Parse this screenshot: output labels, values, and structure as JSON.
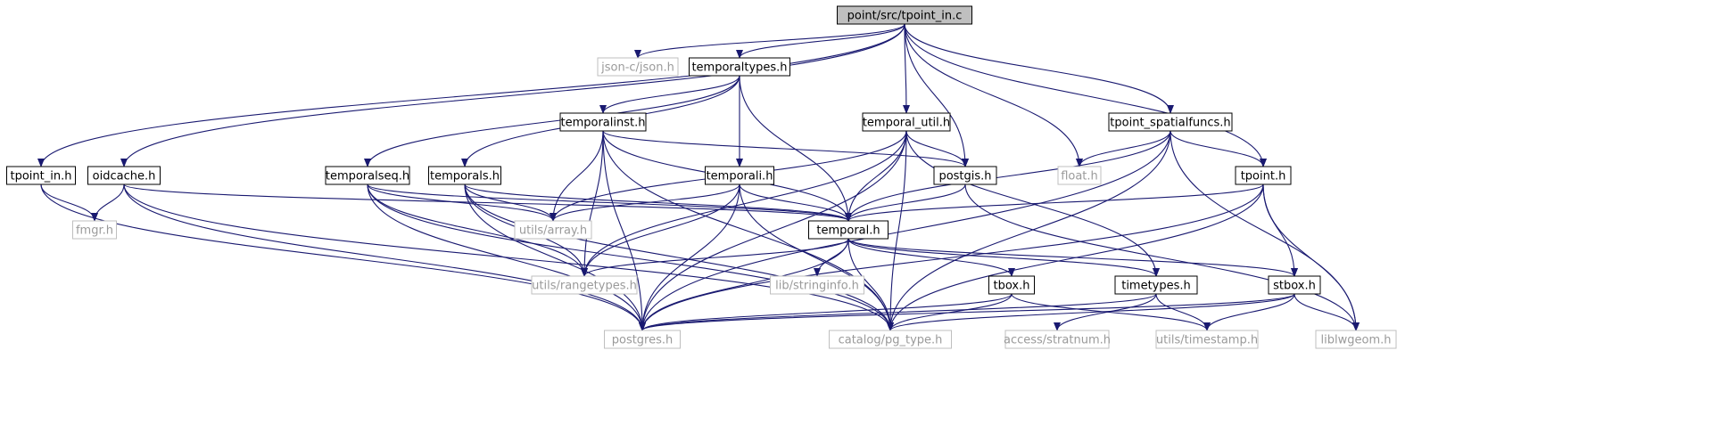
{
  "colors": {
    "edge": "#191970",
    "documented_border": "#000000",
    "external_border": "#bfbfbf",
    "external_text": "#9a9a9a",
    "root_fill": "#bfbfbf",
    "text": "#000000"
  },
  "nodes": [
    {
      "id": "root",
      "label": "point/src/tpoint_in.c",
      "kind": "root"
    },
    {
      "id": "jsonc",
      "label": "json-c/json.h",
      "kind": "external"
    },
    {
      "id": "temporaltypes",
      "label": "temporaltypes.h",
      "kind": "documented"
    },
    {
      "id": "temporalinst",
      "label": "temporalinst.h",
      "kind": "documented"
    },
    {
      "id": "temporal_util",
      "label": "temporal_util.h",
      "kind": "documented"
    },
    {
      "id": "tpoint_spatialfuncs",
      "label": "tpoint_spatialfuncs.h",
      "kind": "documented"
    },
    {
      "id": "tpoint_in",
      "label": "tpoint_in.h",
      "kind": "documented"
    },
    {
      "id": "oidcache",
      "label": "oidcache.h",
      "kind": "documented"
    },
    {
      "id": "temporalseq",
      "label": "temporalseq.h",
      "kind": "documented"
    },
    {
      "id": "temporals",
      "label": "temporals.h",
      "kind": "documented"
    },
    {
      "id": "temporali",
      "label": "temporali.h",
      "kind": "documented"
    },
    {
      "id": "postgis",
      "label": "postgis.h",
      "kind": "documented"
    },
    {
      "id": "float",
      "label": "float.h",
      "kind": "external"
    },
    {
      "id": "tpoint",
      "label": "tpoint.h",
      "kind": "documented"
    },
    {
      "id": "fmgr",
      "label": "fmgr.h",
      "kind": "external"
    },
    {
      "id": "utilsarray",
      "label": "utils/array.h",
      "kind": "external"
    },
    {
      "id": "temporal",
      "label": "temporal.h",
      "kind": "documented"
    },
    {
      "id": "rangetypes",
      "label": "utils/rangetypes.h",
      "kind": "external"
    },
    {
      "id": "stringinfo",
      "label": "lib/stringinfo.h",
      "kind": "external"
    },
    {
      "id": "tbox",
      "label": "tbox.h",
      "kind": "documented"
    },
    {
      "id": "timetypes",
      "label": "timetypes.h",
      "kind": "documented"
    },
    {
      "id": "stbox",
      "label": "stbox.h",
      "kind": "documented"
    },
    {
      "id": "postgres",
      "label": "postgres.h",
      "kind": "external"
    },
    {
      "id": "pgtype",
      "label": "catalog/pg_type.h",
      "kind": "external"
    },
    {
      "id": "stratnum",
      "label": "access/stratnum.h",
      "kind": "external"
    },
    {
      "id": "timestamp",
      "label": "utils/timestamp.h",
      "kind": "external"
    },
    {
      "id": "liblwgeom",
      "label": "liblwgeom.h",
      "kind": "external"
    }
  ],
  "edges": [
    [
      "root",
      "jsonc"
    ],
    [
      "root",
      "temporaltypes"
    ],
    [
      "root",
      "temporal_util"
    ],
    [
      "root",
      "tpoint_spatialfuncs"
    ],
    [
      "root",
      "tpoint_in"
    ],
    [
      "root",
      "oidcache"
    ],
    [
      "root",
      "postgis"
    ],
    [
      "root",
      "float"
    ],
    [
      "root",
      "tpoint"
    ],
    [
      "temporaltypes",
      "temporalinst"
    ],
    [
      "temporaltypes",
      "temporalseq"
    ],
    [
      "temporaltypes",
      "temporals"
    ],
    [
      "temporaltypes",
      "temporali"
    ],
    [
      "temporaltypes",
      "temporal"
    ],
    [
      "temporalinst",
      "postgis"
    ],
    [
      "temporalinst",
      "utilsarray"
    ],
    [
      "temporalinst",
      "rangetypes"
    ],
    [
      "temporalinst",
      "temporal"
    ],
    [
      "temporalinst",
      "postgres"
    ],
    [
      "temporalinst",
      "pgtype"
    ],
    [
      "temporal_util",
      "postgis"
    ],
    [
      "temporal_util",
      "temporal"
    ],
    [
      "temporal_util",
      "utilsarray"
    ],
    [
      "temporal_util",
      "rangetypes"
    ],
    [
      "temporal_util",
      "timetypes"
    ],
    [
      "temporal_util",
      "postgres"
    ],
    [
      "temporal_util",
      "pgtype"
    ],
    [
      "tpoint_spatialfuncs",
      "float"
    ],
    [
      "tpoint_spatialfuncs",
      "tpoint"
    ],
    [
      "tpoint_spatialfuncs",
      "temporal"
    ],
    [
      "tpoint_spatialfuncs",
      "liblwgeom"
    ],
    [
      "tpoint_spatialfuncs",
      "postgres"
    ],
    [
      "tpoint_spatialfuncs",
      "pgtype"
    ],
    [
      "tpoint_in",
      "fmgr"
    ],
    [
      "tpoint_in",
      "postgres"
    ],
    [
      "oidcache",
      "fmgr"
    ],
    [
      "oidcache",
      "temporal"
    ],
    [
      "oidcache",
      "postgres"
    ],
    [
      "oidcache",
      "pgtype"
    ],
    [
      "temporalseq",
      "utilsarray"
    ],
    [
      "temporalseq",
      "rangetypes"
    ],
    [
      "temporalseq",
      "temporal"
    ],
    [
      "temporalseq",
      "postgres"
    ],
    [
      "temporalseq",
      "pgtype"
    ],
    [
      "temporals",
      "utilsarray"
    ],
    [
      "temporals",
      "rangetypes"
    ],
    [
      "temporals",
      "temporal"
    ],
    [
      "temporals",
      "postgres"
    ],
    [
      "temporals",
      "pgtype"
    ],
    [
      "temporali",
      "utilsarray"
    ],
    [
      "temporali",
      "rangetypes"
    ],
    [
      "temporali",
      "temporal"
    ],
    [
      "temporali",
      "postgres"
    ],
    [
      "temporali",
      "pgtype"
    ],
    [
      "postgis",
      "temporal"
    ],
    [
      "postgis",
      "liblwgeom"
    ],
    [
      "tpoint",
      "temporal"
    ],
    [
      "tpoint",
      "stbox"
    ],
    [
      "tpoint",
      "postgres"
    ],
    [
      "tpoint",
      "pgtype"
    ],
    [
      "tpoint",
      "liblwgeom"
    ],
    [
      "temporal",
      "rangetypes"
    ],
    [
      "temporal",
      "stringinfo"
    ],
    [
      "temporal",
      "tbox"
    ],
    [
      "temporal",
      "timetypes"
    ],
    [
      "temporal",
      "stbox"
    ],
    [
      "temporal",
      "postgres"
    ],
    [
      "temporal",
      "pgtype"
    ],
    [
      "tbox",
      "postgres"
    ],
    [
      "tbox",
      "pgtype"
    ],
    [
      "tbox",
      "timestamp"
    ],
    [
      "timetypes",
      "postgres"
    ],
    [
      "timetypes",
      "stratnum"
    ],
    [
      "timetypes",
      "timestamp"
    ],
    [
      "stbox",
      "postgres"
    ],
    [
      "stbox",
      "pgtype"
    ],
    [
      "stbox",
      "timestamp"
    ],
    [
      "stbox",
      "liblwgeom"
    ]
  ]
}
